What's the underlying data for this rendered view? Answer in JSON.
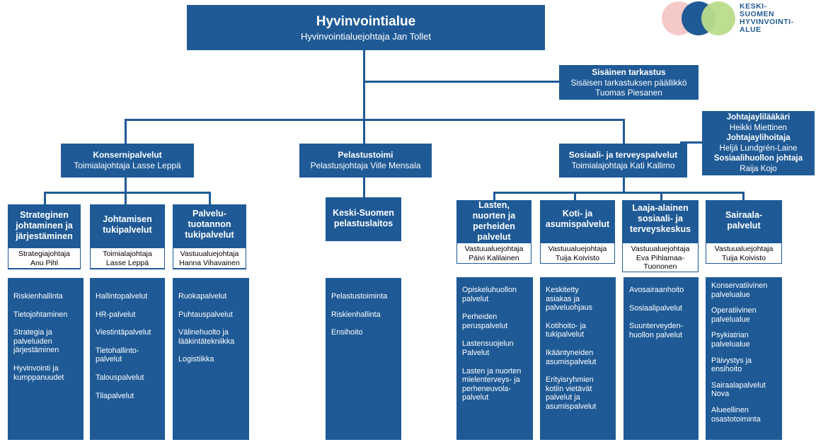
{
  "top": {
    "title": "Hyvinvointialue",
    "subtitle": "Hyvinvointialuejohtaja Jan Tollet"
  },
  "logo": {
    "line1": "KESKI-",
    "line2": "SUOMEN",
    "line3": "HYVINVOINTI-",
    "line4": "ALUE"
  },
  "audit": {
    "title": "Sisäinen tarkastus",
    "line1": "Sisäisen tarkastuksen päällikkö",
    "line2": "Tuomas Piesanen"
  },
  "chiefs": {
    "t1": "Johtajaylilääkäri",
    "n1": "Heikki Miettinen",
    "t2": "Johtajaylihoitaja",
    "n2": "Heljä Lundgrén-Laine",
    "t3": "Sosiaalihuollon johtaja",
    "n3": "Raija Kojo"
  },
  "divisions": {
    "konserni": {
      "title": "Konsernipalvelut",
      "subtitle": "Toimialajohtaja Lasse Leppä"
    },
    "pelastus": {
      "title": "Pelastustoimi",
      "subtitle": "Pelastusjohtaja Ville Mensala"
    },
    "sote": {
      "title": "Sosiaali- ja terveyspalvelut",
      "subtitle": "Toimialajohtaja Kati Kallimo"
    }
  },
  "units": {
    "strat": {
      "title": "Strateginen johtaminen ja järjestäminen",
      "mgr": "Strategiajohtaja\nAnu Pihl",
      "items": [
        "Riskienhallinta",
        "Tietojohtaminen",
        "Strategia ja palveluiden järjestäminen",
        "Hyvinvointi ja kumppanuudet"
      ]
    },
    "joht": {
      "title": "Johtamisen tukipalvelut",
      "mgr": "Toimialajohtaja\nLasse Leppä",
      "items": [
        "Hallintopalvelut",
        "HR-palvelut",
        "Viestintäpalvelut",
        "Tietohallinto-\npalvelut",
        "Talouspalvelut",
        "Tilapalvelut"
      ]
    },
    "palv": {
      "title": "Palvelu-\ntuotannon\ntukipalvelut",
      "mgr": "Vastuualuejohtaja\nHanna Vihavainen",
      "items": [
        "Ruokapalvelut",
        "Puhtauspalvelut",
        "Välinehuolto ja\nlääkintätekniikka",
        "Logistiikka"
      ]
    },
    "pel": {
      "title": "Keski-Suomen\npelastuslaitos",
      "items": [
        "Pelastustoiminta",
        "Riskienhallinta",
        "Ensihoito"
      ]
    },
    "lasten": {
      "title": "Lasten,\nnuorten ja\nperheiden\npalvelut",
      "mgr": "Vastuualuejohtaja\nPäivi Kalilainen",
      "items": [
        "Opiskeluhuollon\npalvelut",
        "Perheiden\nperuspalvelut",
        "Lastensuojelun\nPalvelut",
        "Lasten ja nuorten\nmielenterveys- ja\nperheneuvola-\npalvelut"
      ]
    },
    "koti": {
      "title": "Koti- ja\nasumispalvelut",
      "mgr": "Vastuualuejohtaja\nTuija Koivisto",
      "items": [
        "Keskitetty\nasiakas ja\npalveluohjaus",
        "Kotihoito- ja\ntukipalvelut",
        "Ikääntyneiden\nasumispalvelut",
        "Erityisryhmien\nkotiin vietävät\npalvelut ja\nasumispalvelut"
      ]
    },
    "laaja": {
      "title": "Laaja-alainen\nsosiaali- ja\nterveyskeskus",
      "mgr": "Vastuualuejohtaja\nEva Pihlamaa-\nTuononen",
      "items": [
        "Avosairaanhoito",
        "Sosiaalipalvelut",
        "Suunterveyden-\nhuollon palvelut"
      ]
    },
    "sair": {
      "title": "Sairaala-\npalvelut",
      "mgr": "Vastuualuejohtaja\nTuija Koivisto",
      "items": [
        "Konservatiivinen\npalvelualue",
        "Operatiivinen\npalvelualue",
        "Psykiatrian\npalvelualue",
        "Päivystys ja\nensihoito",
        "Sairaalapalvelut\nNova",
        "Alueellinen\nosastotoiminta"
      ]
    }
  },
  "colors": {
    "primary": "#1f5a96",
    "logo_pink": "#f6c9c9",
    "logo_blue": "#1f5a96",
    "logo_green": "#b9dc8a"
  }
}
